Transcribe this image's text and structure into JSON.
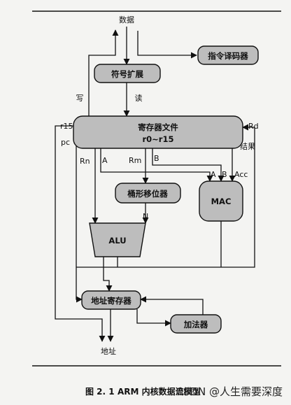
{
  "diagram": {
    "nodes": {
      "sign_extend": "符号扩展",
      "instr_decoder": "指令译码器",
      "regfile_title": "寄存器文件",
      "regfile_range": "r0~r15",
      "barrel_shifter": "桶形移位器",
      "mac": "MAC",
      "alu": "ALU",
      "addr_reg": "地址寄存器",
      "incrementer": "加法器"
    },
    "labels": {
      "data": "数据",
      "write": "写",
      "read": "读",
      "r15": "r15",
      "pc": "pc",
      "rd": "Rd",
      "result": "结果",
      "rn": "Rn",
      "a1": "A",
      "rm": "Rm",
      "b1": "B",
      "a2": "A",
      "b2": "B",
      "acc": "Acc",
      "n": "N",
      "address": "地址"
    }
  },
  "caption": {
    "figure_no": "图 2. 1",
    "title": "ARM 内核数据流模型"
  },
  "watermark": "CSDN @人生需要深度"
}
